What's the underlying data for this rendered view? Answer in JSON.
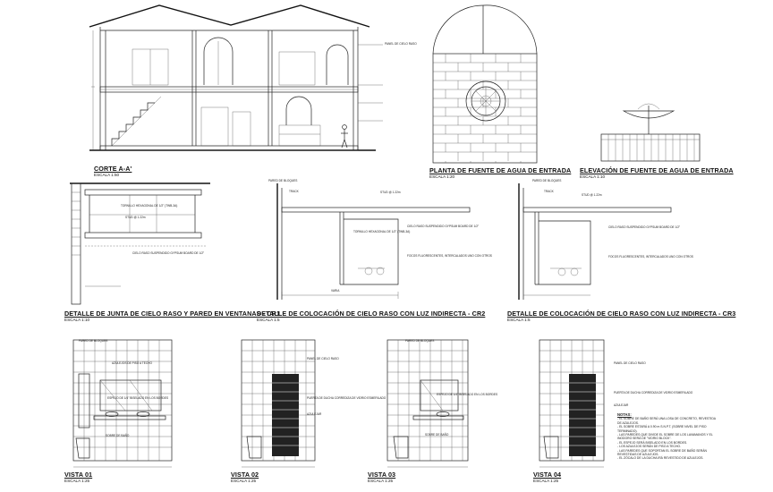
{
  "titles": {
    "corte": "CORTE A-A'",
    "corte_scale": "ESCALA 1:50",
    "planta_fuente": "PLANTA DE FUENTE DE AGUA DE ENTRADA",
    "planta_fuente_scale": "ESCALA 1:20",
    "elev_fuente": "ELEVACIÓN DE FUENTE DE AGUA DE ENTRADA",
    "elev_fuente_scale": "ESCALA 1:10",
    "cr1": "DETALLE DE JUNTA DE CIELO RASO Y PARED EN VENTANAS - CR1",
    "cr1_scale": "ESCALA 1:10",
    "cr2": "DETALLE DE COLOCACIÓN DE CIELO RASO CON LUZ INDIRECTA - CR2",
    "cr2_scale": "ESCALA 1:5",
    "cr3": "DETALLE DE COLOCACIÓN DE CIELO RASO CON LUZ INDIRECTA - CR3",
    "cr3_scale": "ESCALA 1:5",
    "v1": "VISTA 01",
    "v1_scale": "ESCALA 1:25",
    "v2": "VISTA 02",
    "v2_scale": "ESCALA 1:25",
    "v3": "VISTA 03",
    "v3_scale": "ESCALA 1:25",
    "v4": "VISTA 04",
    "v4_scale": "ESCALA 1:25"
  },
  "labels": {
    "panel_cielo": "PANEL DE CIELO RASO",
    "pared_bloques": "PARED DE BLOQUES",
    "track": "TRACK",
    "stud": "STUD @ 1.22m",
    "cielo_susp": "CIELO RASO SUSPENDIDO GYPSUM BOARD DE 1/2\"",
    "tornillo": "TORNILLO HEXAGONAL DE 1/2\" (TWB-3A)",
    "foco": "FOCOS FLUORESCENTES, INTERCALADOS UNO CON OTROS",
    "varia": "VARIA",
    "azulejos": "AZULEJOS DE PISO A TECHO",
    "espejo": "ESPEJO DE 1/4\" BISELADO EN LOS BORDES",
    "sobre": "SOBRE DE BAÑO",
    "puerta": "PUERTA DE DUCHA CORREDIZA DE VIDRIO ESMERILADO",
    "azulejar": "AZULEJAR"
  },
  "notes": {
    "header": "NOTAS:",
    "items": [
      "- EL SOBRE DE BAÑO SERÁ UNA LOSA DE CONCRETO, REVESTIDA DE AZULEJOS.",
      "- EL SOBRE ESTARÁ A 0.90 m S.N.P.T. (SOBRE NIVEL DE PISO TERMINADO).",
      "- LAS PAREDES QUE DIVIDE EL SOBRE DE LOS LAVAMANOS Y EL INODORO SERÁ DE \"VIDRIO BLOCK\".",
      "- EL ESPEJO SERÁ BISELADO EN LOS BORDES.",
      "- LOS AZULEJOS SERÁN DE PISO A TECHO.",
      "- LAS PAREDES QUE SOPORTAN EL SOBRE DE BAÑO SERÁN REVESTIDAS DE AZULEJOS.",
      "- EL ZÓCALO DE LA DUCHA IRÁ REVESTIDO DE AZULEJOS."
    ]
  }
}
